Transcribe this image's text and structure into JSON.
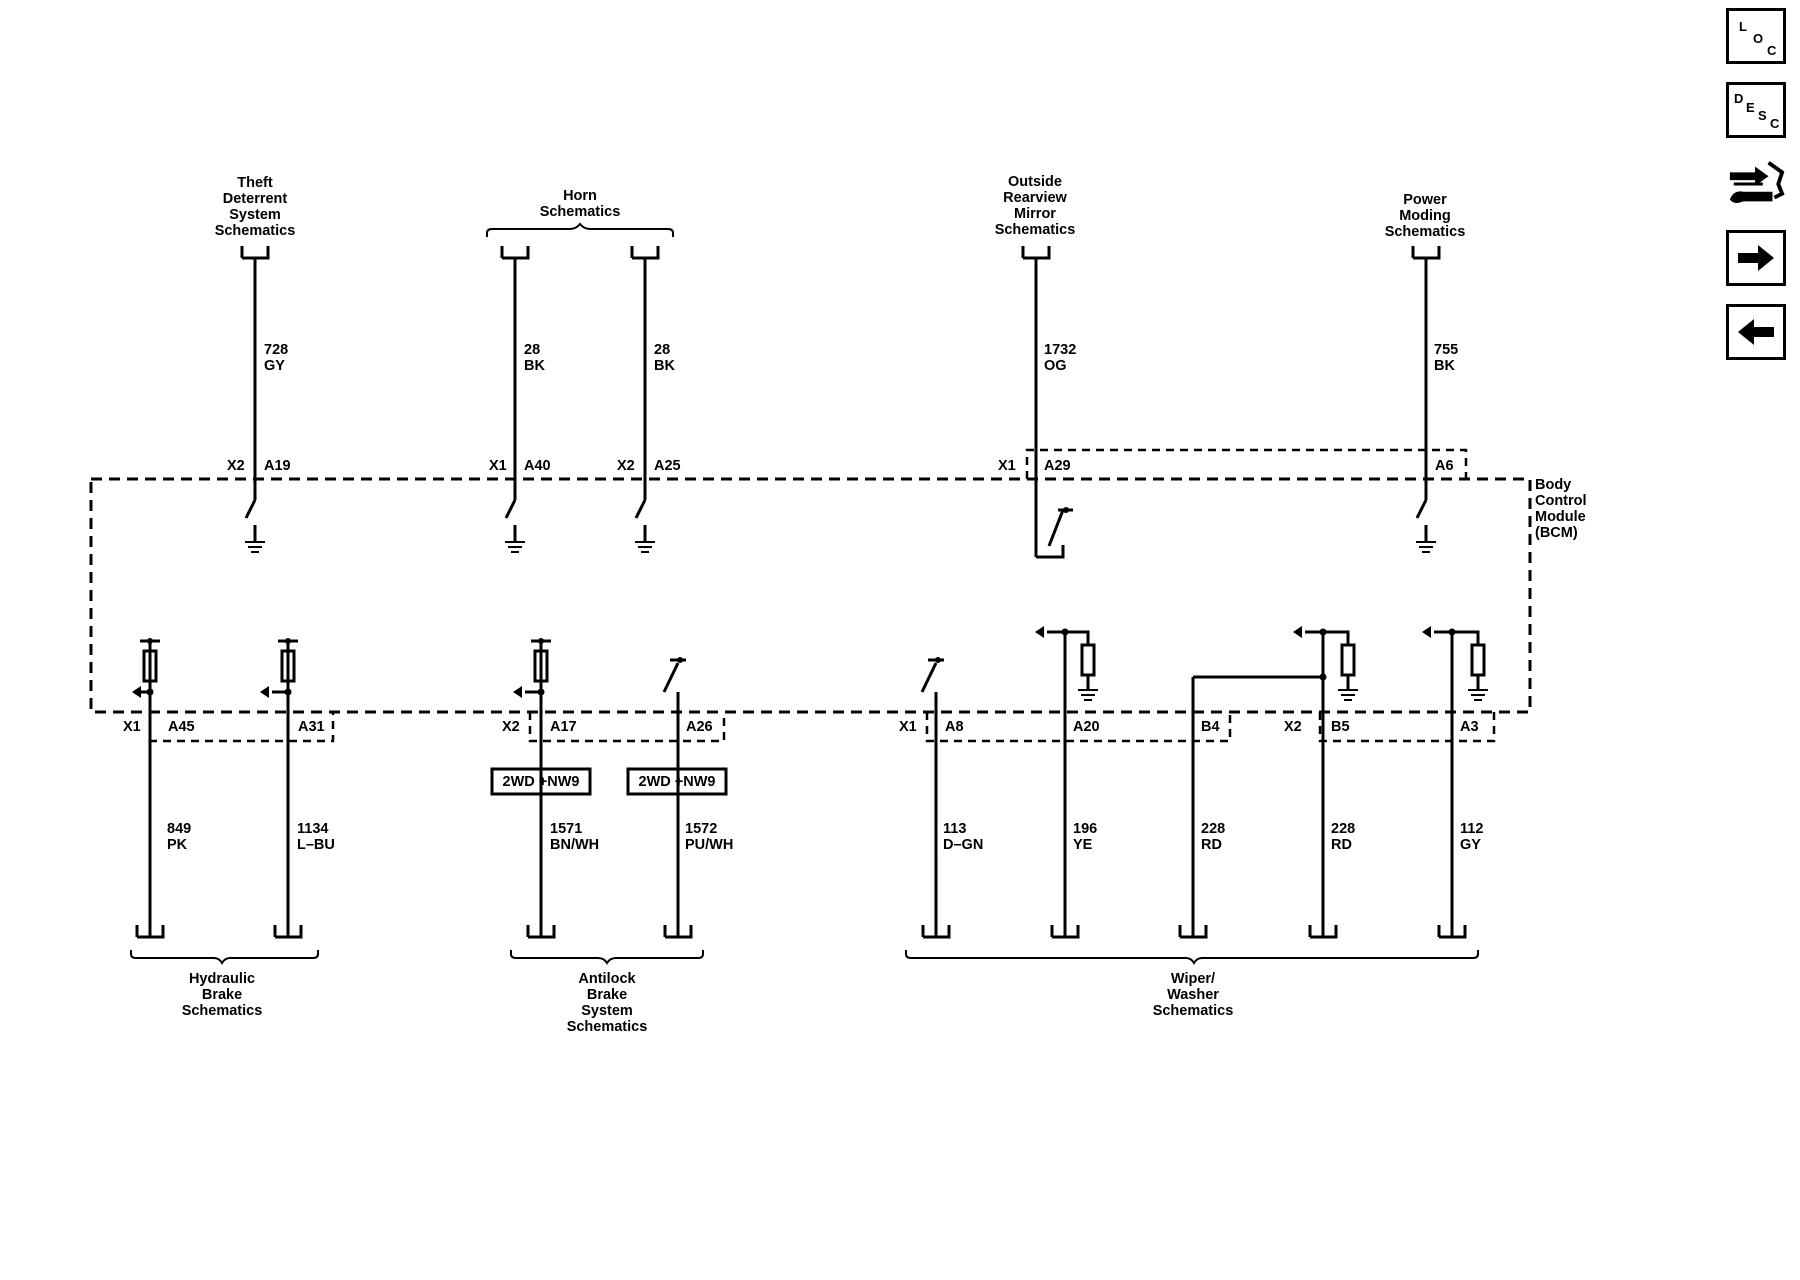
{
  "module": {
    "name": [
      "Body",
      "Control",
      "Module",
      "(BCM)"
    ]
  },
  "top_circuits": [
    {
      "id": "theft",
      "dest": [
        "Theft",
        "Deterrent",
        "System",
        "Schematics"
      ],
      "num": "728",
      "color": "GY",
      "conn": "X2",
      "pin": "A19"
    },
    {
      "id": "horn1",
      "num": "28",
      "color": "BK",
      "conn": "X1",
      "pin": "A40"
    },
    {
      "id": "horn2",
      "num": "28",
      "color": "BK",
      "conn": "X2",
      "pin": "A25"
    },
    {
      "id": "mirror",
      "dest": [
        "Outside",
        "Rearview",
        "Mirror",
        "Schematics"
      ],
      "num": "1732",
      "color": "OG",
      "conn": "X1",
      "pin": "A29"
    },
    {
      "id": "power",
      "dest": [
        "Power",
        "Moding",
        "Schematics"
      ],
      "num": "755",
      "color": "BK",
      "conn": "",
      "pin": "A6"
    }
  ],
  "horn_group": [
    "Horn",
    "Schematics"
  ],
  "bottom_circuits": [
    {
      "id": "c849",
      "conn": "X1",
      "pin": "A45",
      "num": "849",
      "color": "PK"
    },
    {
      "id": "c1134",
      "conn": "",
      "pin": "A31",
      "num": "1134",
      "color": "L–BU"
    },
    {
      "id": "c1571",
      "conn": "X2",
      "pin": "A17",
      "num": "1571",
      "color": "BN/WH",
      "option": "2WD +NW9"
    },
    {
      "id": "c1572",
      "conn": "",
      "pin": "A26",
      "num": "1572",
      "color": "PU/WH",
      "option": "2WD +NW9"
    },
    {
      "id": "c113",
      "conn": "X1",
      "pin": "A8",
      "num": "113",
      "color": "D–GN"
    },
    {
      "id": "c196",
      "conn": "",
      "pin": "A20",
      "num": "196",
      "color": "YE"
    },
    {
      "id": "c228a",
      "conn": "",
      "pin": "B4",
      "num": "228",
      "color": "RD"
    },
    {
      "id": "c228b",
      "conn": "X2",
      "pin": "B5",
      "num": "228",
      "color": "RD"
    },
    {
      "id": "c112",
      "conn": "",
      "pin": "A3",
      "num": "112",
      "color": "GY"
    }
  ],
  "bottom_groups": [
    {
      "id": "hydraulic",
      "label": [
        "Hydraulic",
        "Brake",
        "Schematics"
      ]
    },
    {
      "id": "antilock",
      "label": [
        "Antilock",
        "Brake",
        "System",
        "Schematics"
      ]
    },
    {
      "id": "wiper",
      "label": [
        "Wiper/",
        "Washer",
        "Schematics"
      ]
    }
  ],
  "nav": {
    "loc": {
      "letters": [
        "L",
        "O",
        "C"
      ]
    },
    "desc": {
      "letters": [
        "D",
        "E",
        "S",
        "C"
      ]
    },
    "connector_icon": "connector-icon",
    "next_icon": "arrow-right-icon",
    "prev_icon": "arrow-left-icon"
  }
}
